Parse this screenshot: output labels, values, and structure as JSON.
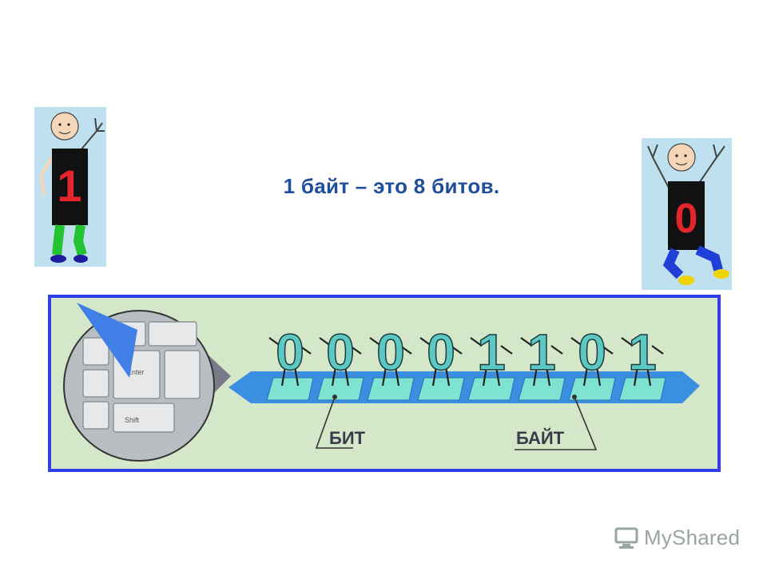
{
  "slide": {
    "headline": "1 байт – это 8 битов."
  },
  "figures": {
    "left_sign": "1",
    "right_sign": "0"
  },
  "diagram": {
    "digits": [
      "0",
      "0",
      "0",
      "0",
      "1",
      "1",
      "0",
      "1"
    ],
    "bit_label": "БИТ",
    "byte_label": "БАЙТ",
    "key_labels": [
      "Enter",
      "Shift"
    ]
  },
  "watermark": {
    "text": "MyShared"
  },
  "colors": {
    "headline": "#1f4e9c",
    "panel_border": "#2f3ee6",
    "panel_bg": "#d4e8c9",
    "digit_fill": "#5bc8c4",
    "track": "#3b8fe0",
    "cell": "#7fe3d2"
  }
}
